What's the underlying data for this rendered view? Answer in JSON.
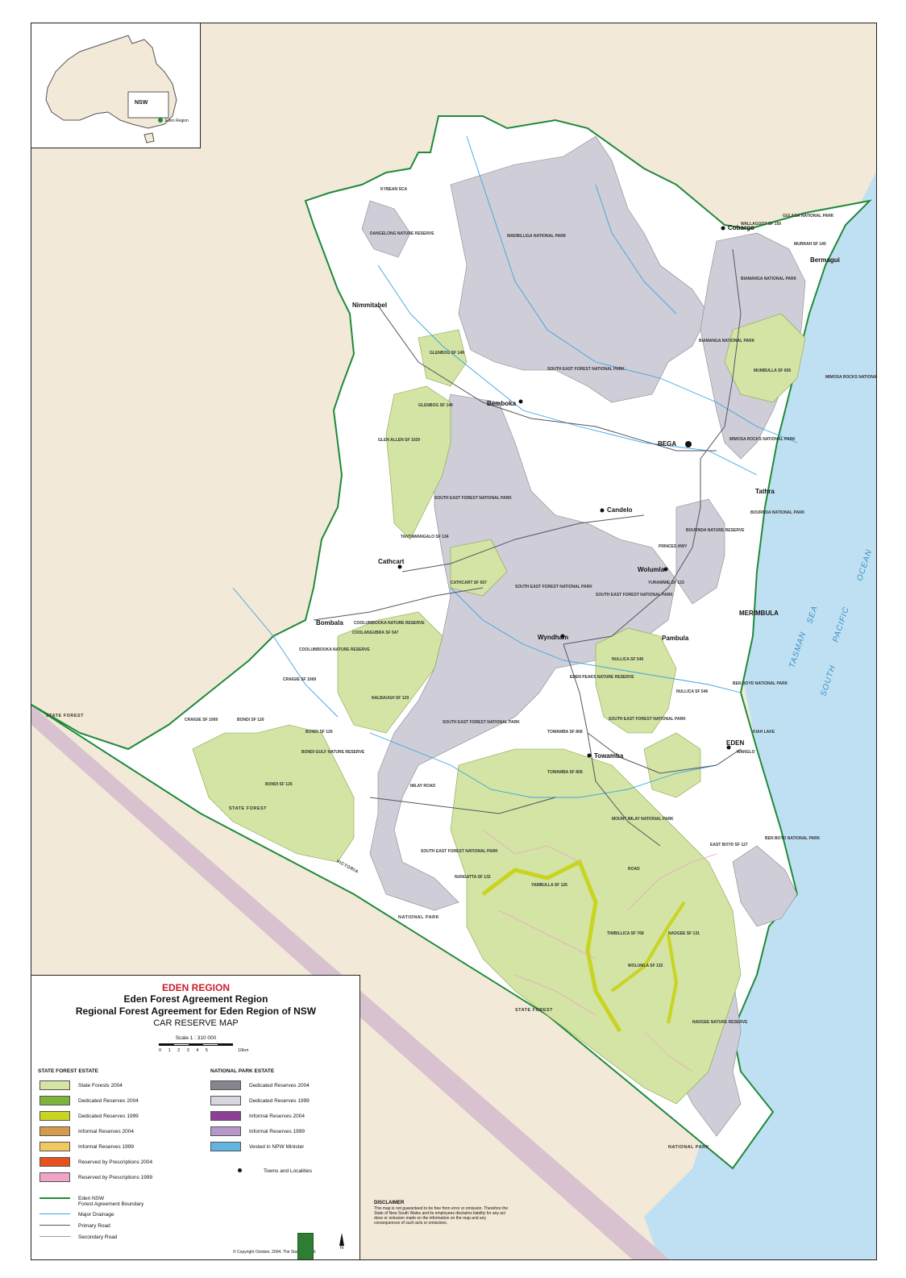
{
  "map": {
    "colors": {
      "outside_land": "#f3e9d8",
      "ocean": "#bfe0f2",
      "region_land": "#ffffff",
      "state_forest": "#d3e4a4",
      "national_park": "#cfcdd8",
      "boundary": "#1f8a3a",
      "drainage": "#38a7e0",
      "road": "#555566",
      "victoria_strip": "#d9c2cf"
    },
    "inset": {
      "state_label": "NSW",
      "region_label": "Eden Region"
    },
    "towns": [
      {
        "name": "Cobargo"
      },
      {
        "name": "Bermagui"
      },
      {
        "name": "Nimmitabel"
      },
      {
        "name": "Bemboka"
      },
      {
        "name": "BEGA"
      },
      {
        "name": "Tathra"
      },
      {
        "name": "Candelo"
      },
      {
        "name": "Cathcart"
      },
      {
        "name": "Wolumla"
      },
      {
        "name": "Bombala"
      },
      {
        "name": "MERIMBULA"
      },
      {
        "name": "Pambula"
      },
      {
        "name": "Wyndham"
      },
      {
        "name": "EDEN"
      },
      {
        "name": "Towamba"
      }
    ],
    "sea_labels": [
      "TASMAN",
      "SEA",
      "OCEAN",
      "PACIFIC",
      "SOUTH"
    ],
    "edge_labels": {
      "victoria": "VICTORIA",
      "state_forest": "STATE FOREST",
      "national_park": "NATIONAL PARK"
    },
    "place_labels": {
      "wadbilliga": "WADBILLIGA NATIONAL PARK",
      "south_east_forest": "SOUTH EAST FOREST NATIONAL PARK",
      "biamanga": "BIAMANGA NATIONAL PARK",
      "mumbulla": "MUMBULLA SF 605",
      "mimosa_rocks": "MIMOSA ROCKS NATIONAL PARK",
      "bournda": "BOURNDA NATIONAL PARK",
      "bournda_nr": "BOURNDA NATURE RESERVE",
      "glenbog": "GLENBOG SF 149",
      "glen_allen": "GLEN ALLEN SF 1029",
      "tantawangalo": "TANTAWANGALO SF 134",
      "cathcart_sf": "CATHCART SF 657",
      "coolangubra": "COOLANGUBRA SF 547",
      "coolumbooka": "COOLUMBOOKA NATURE RESERVE",
      "craigie": "CRAIGIE SF 1069",
      "bondi": "BONDI SF 126",
      "bondi_gulf": "BONDI GULF NATURE RESERVE",
      "nalbaugh": "NALBAUGH SF 129",
      "yurammie": "YURAMMIE SF 133",
      "nullica": "NULLICA SF 546",
      "ben_boyd": "BEN BOYD NATIONAL PARK",
      "edrom": "EDEN PEAKS NATURE RESERVE",
      "towamba_sf": "TOWAMBA SF 808",
      "mount_imlay": "MOUNT IMLAY NATIONAL PARK",
      "yambulla": "YAMBULLA SF 126",
      "timbillica": "TIMBILLICA SF 768",
      "nadgee_sf": "NADGEE SF 131",
      "nadgee_nr": "NADGEE NATURE RESERVE",
      "east_boyd": "EAST BOYD SF 127",
      "kybean": "KYBEAN SCA",
      "dangelong": "DANGELONG NATURE RESERVE",
      "gulaga": "GULAGA NATIONAL PARK",
      "murrah": "MURRAH SF 140",
      "wallagoot": "WALLAGOOT SF 150",
      "imlay_road": "IMLAY ROAD",
      "road": "ROAD",
      "princes": "PRINCES HWY",
      "nungatta": "NUNGATTA SF 132",
      "wolumla_sf": "WOLUMLA SF 132",
      "kiah_lake": "KIAH LAKE",
      "wanglo": "WANGLO"
    }
  },
  "legend": {
    "region": "EDEN REGION",
    "title1": "Eden Forest Agreement Region",
    "title2": "Regional Forest Agreement for Eden Region of NSW",
    "title3": "CAR RESERVE MAP",
    "scale": "Scale 1 : 310 000",
    "scale_ticks": "0 1 2 3 4 5",
    "scale_end": "10km",
    "state_heading": "STATE FOREST ESTATE",
    "park_heading": "NATIONAL PARK ESTATE",
    "state_items": [
      {
        "label": "State Forests 2004",
        "color": "#d3e4a4"
      },
      {
        "label": "Dedicated Reserves 2004",
        "color": "#7fb43a"
      },
      {
        "label": "Dedicated Reserves 1999",
        "color": "#c9d420"
      },
      {
        "label": "Informal Reserves 2004",
        "color": "#d59a4b"
      },
      {
        "label": "Informal Reserves 1999",
        "color": "#f2c860"
      },
      {
        "label": "Reserved by Prescriptions 2004",
        "color": "#e8501f"
      },
      {
        "label": "Reserved by Prescriptions 1999",
        "color": "#efa4c8"
      }
    ],
    "park_items": [
      {
        "label": "Dedicated Reserves 2004",
        "color": "#85858f"
      },
      {
        "label": "Dedicated Reserves 1999",
        "color": "#d7d5de"
      },
      {
        "label": "Informal Reserves 2004",
        "color": "#8e3f98"
      },
      {
        "label": "Informal Reserves 1999",
        "color": "#b698c8"
      },
      {
        "label": "Vested in NPW Minister",
        "color": "#5fb4e0"
      }
    ],
    "towns_label": "Towns and Localities",
    "lines": [
      {
        "label": "Eden NSW",
        "sublabel": "Forest Agreement Boundary",
        "color": "#1f8a3a"
      },
      {
        "label": "Major Drainage",
        "color": "#38a7e0"
      },
      {
        "label": "Primary Road",
        "color": "#555566"
      },
      {
        "label": "Secondary Road",
        "color": "#9a9aa6"
      }
    ],
    "copyright": "© Copyright October, 2004. The State of NSW."
  },
  "disclaimer": {
    "heading": "DISCLAIMER",
    "text": "This map is not guaranteed to be free from error or omission. Therefore the State of New South Wales and its employees disclaims liability for any act done or omission made on the information on the map and any consequences of such acts or omissions."
  },
  "north": "N"
}
